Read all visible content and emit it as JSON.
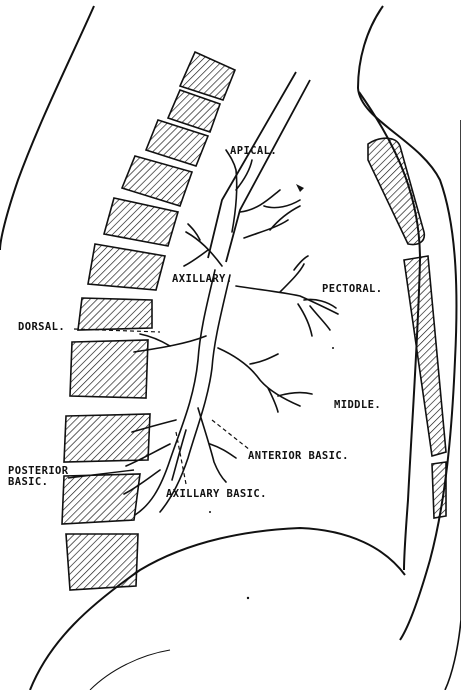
{
  "labels": {
    "apical": "APICAL.",
    "axillary": "AXILLARY.",
    "pectoral": "PECTORAL.",
    "dorsal": "DORSAL.",
    "middle": "MIDDLE.",
    "anterior_basic": "ANTERIOR BASIC.",
    "posterior_basic_line1": "POSTERIOR",
    "posterior_basic_line2": "BASIC.",
    "axillary_basic": "AXILLARY BASIC."
  },
  "colors": {
    "ink": "#111111",
    "background": "#ffffff"
  }
}
